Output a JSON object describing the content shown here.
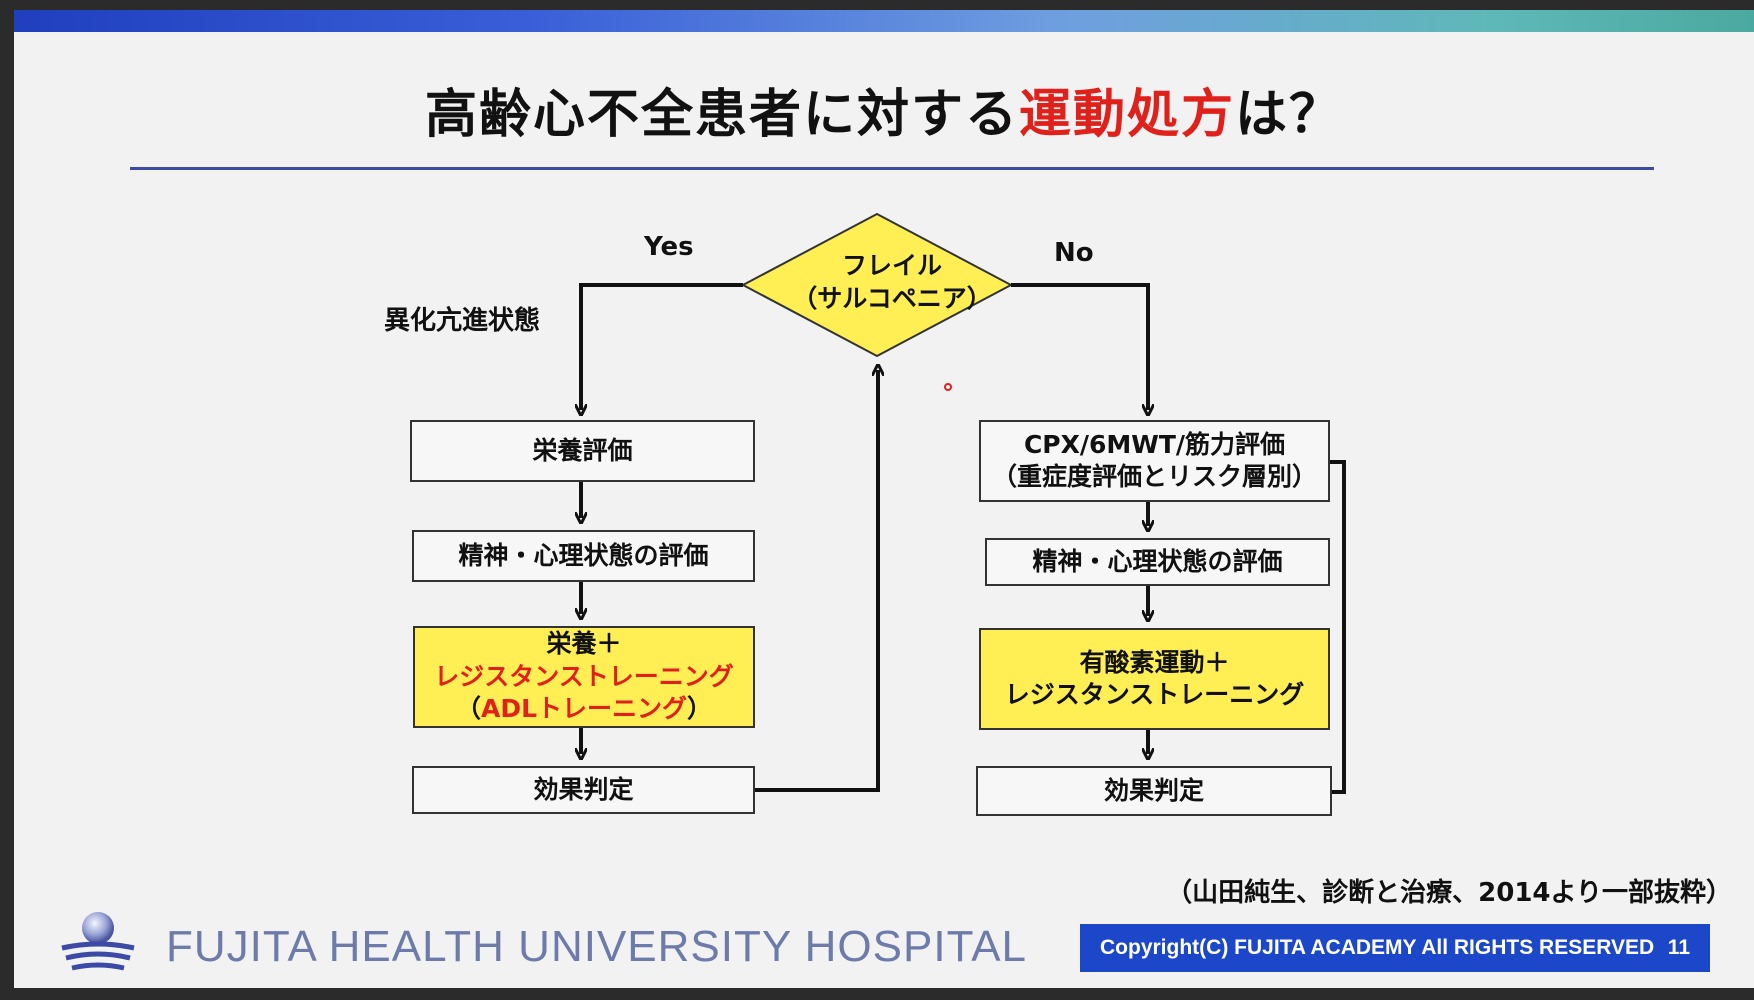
{
  "title": {
    "prefix": "高齢心不全患者に対する",
    "highlight": "運動処方",
    "suffix": "は？"
  },
  "decision": {
    "line1": "フレイル",
    "line2": "（サルコペニア）",
    "yes_label": "Yes",
    "no_label": "No"
  },
  "side_note": "異化亢進状態",
  "left_flow": {
    "nutrition_eval": "栄養評価",
    "mental_eval": "精神・心理状態の評価",
    "training_line1": "栄養＋",
    "training_line2": "レジスタンストレーニング",
    "training_line3_open": "（",
    "training_line3_red": "ADLトレーニング",
    "training_line3_close": "）",
    "judgement": "効果判定"
  },
  "right_flow": {
    "assessment_line1": "CPX/6MWT/筋力評価",
    "assessment_line2": "（重症度評価とリスク層別）",
    "mental_eval": "精神・心理状態の評価",
    "training_line1": "有酸素運動＋",
    "training_line2": "レジスタンストレーニング",
    "judgement": "効果判定"
  },
  "source": "（山田純生、診断と治療、2014より一部抜粋）",
  "footer": {
    "hospital": "FUJITA HEALTH UNIVERSITY HOSPITAL",
    "copyright": "Copyright(C) FUJITA ACADEMY All RIGHTS RESERVED",
    "page_number": "11"
  },
  "colors": {
    "accent_red": "#e0201a",
    "box_yellow": "#ffef55",
    "rule_blue": "#3d4aa6",
    "copyright_blue": "#1c47c9"
  }
}
